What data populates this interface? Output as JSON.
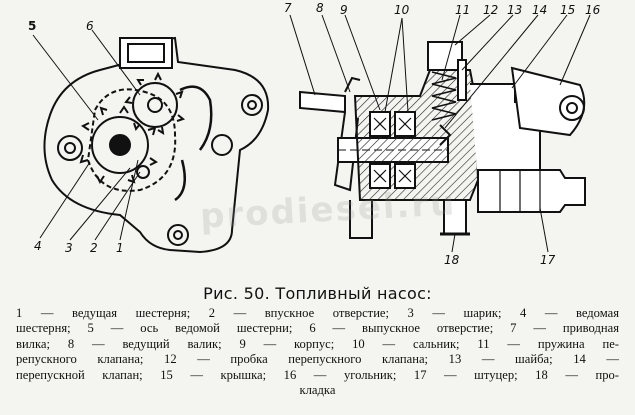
{
  "figure": {
    "callouts": {
      "c1": "1",
      "c2": "2",
      "c3": "3",
      "c4": "4",
      "c5": "5",
      "c6": "6",
      "c7": "7",
      "c8": "8",
      "c9": "9",
      "c10": "10",
      "c11": "11",
      "c12": "12",
      "c13": "13",
      "c14": "14",
      "c15": "15",
      "c16": "16",
      "c17": "17",
      "c18": "18"
    },
    "watermark": "prodiesel.ru"
  },
  "caption": {
    "title": "Рис. 50. Топливный насос:",
    "lines": [
      "1 — ведущая шестерня; 2 — впускное отверстие; 3 — шарик; 4 — ведомая",
      "шестерня; 5 — ось ведомой шестерни; 6 — выпускное отверстие; 7 — приводная",
      "вилка; 8 — ведущий валик; 9 — корпус; 10 — сальник; 11 — пружина пе-",
      "репускного клапана; 12 — пробка перепускного клапана; 13 — шайба; 14 —",
      "перепускной клапан; 15 — крышка; 16 — угольник; 17 — штуцер; 18 — про-",
      "кладка"
    ]
  }
}
